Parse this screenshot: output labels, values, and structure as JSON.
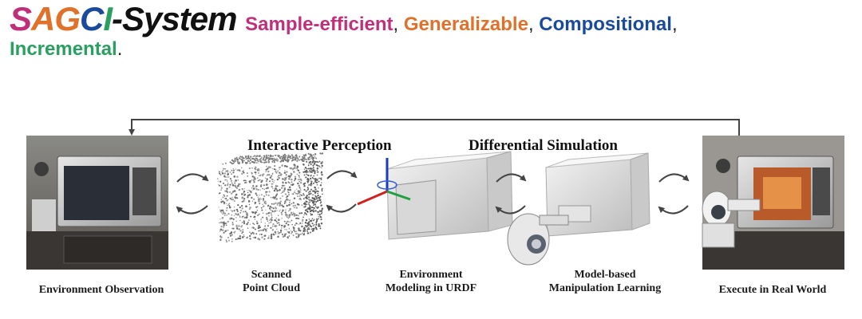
{
  "header": {
    "logo": {
      "letters": [
        {
          "ch": "S",
          "color": "#c0307a"
        },
        {
          "ch": "A",
          "color": "#e0702a"
        },
        {
          "ch": "G",
          "color": "#e0702a"
        },
        {
          "ch": "C",
          "color": "#1a4a9a"
        },
        {
          "ch": "I",
          "color": "#2aa060"
        }
      ],
      "suffix": "-System"
    },
    "keywords": [
      {
        "text": "Sample-efficient",
        "color": "#c0307a",
        "sep": ", "
      },
      {
        "text": "Generalizable",
        "color": "#e0702a",
        "sep": ", "
      },
      {
        "text": "Compositional",
        "color": "#1a4a9a",
        "sep": ","
      },
      {
        "text": "Incremental",
        "color": "#2aa060",
        "sep": "."
      }
    ]
  },
  "diagram": {
    "stage_titles": {
      "interactive_perception": "Interactive Perception",
      "differential_simulation": "Differential Simulation"
    },
    "captions": {
      "environment_observation": "Environment Observation",
      "scanned_point_cloud_1": "Scanned",
      "scanned_point_cloud_2": "Point Cloud",
      "environment_modeling_1": "Environment",
      "environment_modeling_2": "Modeling in URDF",
      "model_based_1": "Model-based",
      "model_based_2": "Manipulation Learning",
      "execute_real_world": "Execute in Real World"
    }
  }
}
